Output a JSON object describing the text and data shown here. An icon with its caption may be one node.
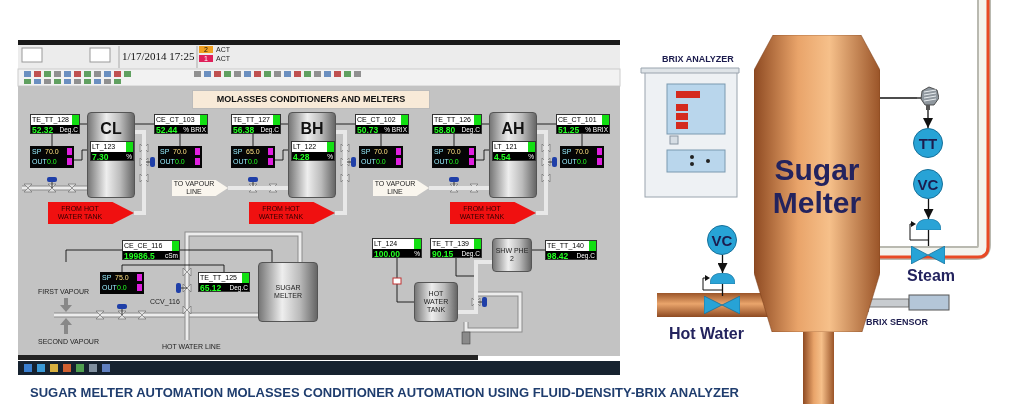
{
  "diagram": {
    "caption": "SUGAR MELTER AUTOMATION MOLASSES CONDITIONER AUTOMATION USING FLUID-DENSITY-BRIX ANALYZER",
    "nodes": [
      {
        "text": [
          "TE_TT_128",
          "52.32",
          "Deg.C"
        ]
      },
      {
        "text": [
          "CL"
        ]
      },
      {
        "text": [
          "LT_123",
          "7.30",
          "%"
        ],
        "in": 1
      },
      {
        "text": [
          "CE_CT_103",
          "52.44",
          "% BRIX"
        ]
      },
      {
        "text": [
          "SP",
          "70.0",
          "OUT",
          "0.0"
        ]
      },
      {
        "text": [
          "SP",
          "70.0",
          "OUT",
          "0.0"
        ]
      },
      {
        "text": [
          "FROM HOT WATER TANK"
        ]
      },
      {
        "text": [
          "TE_TT_127",
          "56.38",
          "Deg.C"
        ]
      },
      {
        "text": [
          "BH"
        ]
      },
      {
        "text": [
          "LT_122",
          "4.28",
          "%"
        ],
        "in": 8
      },
      {
        "text": [
          "CE_CT_102",
          "50.73",
          "% BRIX"
        ]
      },
      {
        "text": [
          "SP",
          "65.0",
          "OUT",
          "0.0"
        ]
      },
      {
        "text": [
          "SP",
          "70.0",
          "OUT",
          "0.0"
        ]
      },
      {
        "text": [
          "TO VAPOUR LINE"
        ]
      },
      {
        "text": [
          "FROM HOT WATER TANK"
        ]
      },
      {
        "text": [
          "TE_TT_126",
          "58.80",
          "Deg.C"
        ]
      },
      {
        "text": [
          "AH"
        ]
      },
      {
        "text": [
          "LT_121",
          "4.54",
          "%"
        ],
        "in": 16
      },
      {
        "text": [
          "CE_CT_101",
          "51.25",
          "% BRIX"
        ]
      },
      {
        "text": [
          "SP",
          "70.0",
          "OUT",
          "0.0"
        ]
      },
      {
        "text": [
          "SP",
          "70.0",
          "OUT",
          "0.0"
        ]
      },
      {
        "text": [
          "TO VAPOUR LINE"
        ]
      },
      {
        "text": [
          "FROM HOT WATER TANK"
        ]
      },
      {
        "text": [
          "CE_CE_116",
          "19986.5",
          "cSm"
        ]
      },
      {
        "text": [
          "SP",
          "75.0",
          "OUT",
          "0.0"
        ]
      },
      {
        "text": [
          "TE_TT_125",
          "65.12",
          "Deg.C"
        ]
      },
      {
        "text": [
          "SUGAR MELTER"
        ]
      },
      {
        "text": [
          "LT_124",
          "100.00",
          "%"
        ]
      },
      {
        "text": [
          "TE_TT_139",
          "90.15",
          "Deg.C"
        ]
      },
      {
        "text": [
          "HOT WATER TANK"
        ]
      },
      {
        "text": [
          "SHW PHE 2"
        ]
      },
      {
        "text": [
          "TE_TT_140",
          "98.42",
          "Deg.C"
        ]
      },
      {
        "text": [
          "Sugar Melter"
        ]
      },
      {
        "text": [],
        "shape": "picture"
      },
      {
        "text": [
          "TT"
        ]
      },
      {
        "text": [
          "VC"
        ]
      },
      {
        "text": [],
        "shape": "picture"
      },
      {
        "text": [],
        "shape": "picture",
        "beside": [
          "Steam"
        ]
      },
      {
        "text": [
          "VC"
        ]
      },
      {
        "text": [],
        "shape": "picture"
      },
      {
        "text": [],
        "shape": "picture"
      }
    ],
    "edges": [
      {
        "from": 0,
        "to": 1,
        "arrow": "none"
      },
      {
        "from": 3,
        "to": 1,
        "arrow": "none"
      },
      {
        "from": 0,
        "to": 4,
        "arrow": "none"
      },
      {
        "from": 3,
        "to": 5,
        "arrow": "none"
      },
      {
        "from": 2,
        "to": 4,
        "arrow": "none"
      },
      {
        "from": 7,
        "to": 8,
        "arrow": "none"
      },
      {
        "from": 10,
        "to": 8,
        "arrow": "none"
      },
      {
        "from": 7,
        "to": 11,
        "arrow": "none"
      },
      {
        "from": 10,
        "to": 12,
        "arrow": "none"
      },
      {
        "from": 9,
        "to": 11,
        "arrow": "none"
      },
      {
        "from": 15,
        "to": 16,
        "arrow": "none"
      },
      {
        "from": 18,
        "to": 16,
        "arrow": "none"
      },
      {
        "from": 15,
        "to": 19,
        "arrow": "none"
      },
      {
        "from": 18,
        "to": 20,
        "arrow": "none"
      },
      {
        "from": 17,
        "to": 19,
        "arrow": "none"
      },
      {
        "from": 23,
        "to": 26,
        "arrow": "none"
      },
      {
        "from": null,
        "to": 23,
        "arrow": "none"
      },
      {
        "from": 24,
        "to": 25,
        "arrow": "none"
      },
      {
        "from": 27,
        "to": 29,
        "arrow": "none"
      },
      {
        "from": 28,
        "to": null,
        "arrow": "none"
      },
      {
        "from": 31,
        "to": 30,
        "arrow": "none"
      },
      {
        "from": 32,
        "to": 33,
        "arrow": "none"
      },
      {
        "from": 33,
        "to": 34,
        "arrow": "to"
      },
      {
        "from": 35,
        "to": 36,
        "arrow": "to"
      },
      {
        "from": 36,
        "to": 37,
        "arrow": "none"
      },
      {
        "from": 38,
        "to": 39,
        "arrow": "to"
      },
      {
        "from": 39,
        "to": 40,
        "arrow": "none"
      },
      {
        "from": 6,
        "to": 1,
        "arrow": "none",
        "style": "thick",
        "color": "#e8e8e8"
      },
      {
        "from": 8,
        "to": 13,
        "arrow": "none",
        "style": "thick",
        "color": "#e8e8e8"
      },
      {
        "from": 14,
        "to": 8,
        "arrow": "none",
        "style": "thick",
        "color": "#e8e8e8"
      },
      {
        "from": 16,
        "to": 21,
        "arrow": "none",
        "style": "thick",
        "color": "#e8e8e8"
      },
      {
        "from": 22,
        "to": 16,
        "arrow": "none",
        "style": "thick",
        "color": "#e8e8e8"
      },
      {
        "from": 29,
        "to": 30,
        "arrow": "none",
        "style": "thick",
        "color": "#e8e8e8"
      }
    ],
    "labels": [
      "1/17/2014 17:25",
      "2",
      "ACT",
      "1",
      "ACT",
      "MOLASSES CONDITIONERS AND MELTERS",
      "CCV_116",
      "FIRST VAPOUR",
      "SECOND VAPOUR",
      "HOT WATER LINE",
      "BRIX ANALYZER",
      "Hot Water",
      "BRIX SENSOR"
    ]
  }
}
